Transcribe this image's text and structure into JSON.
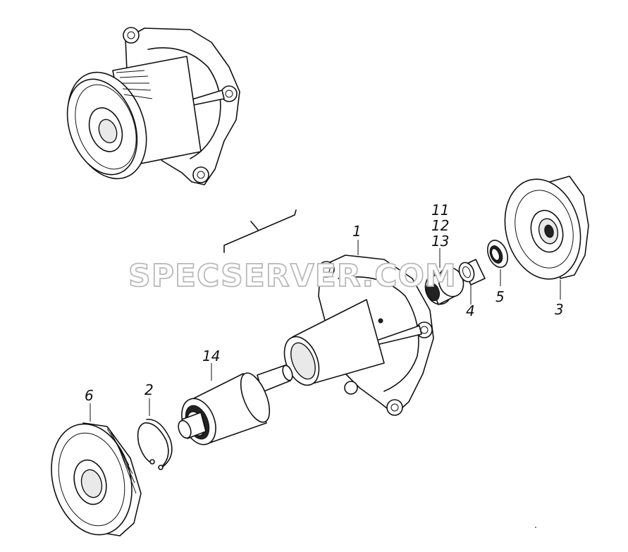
{
  "watermark": "SPECSERVER.COM",
  "callouts": [
    {
      "id": "1",
      "text": "1"
    },
    {
      "id": "11",
      "text": "11"
    },
    {
      "id": "12",
      "text": "12"
    },
    {
      "id": "13",
      "text": "13"
    },
    {
      "id": "4",
      "text": "4"
    },
    {
      "id": "5",
      "text": "5"
    },
    {
      "id": "3",
      "text": "3"
    },
    {
      "id": "14",
      "text": "14"
    },
    {
      "id": "2",
      "text": "2"
    },
    {
      "id": "6",
      "text": "6"
    }
  ]
}
